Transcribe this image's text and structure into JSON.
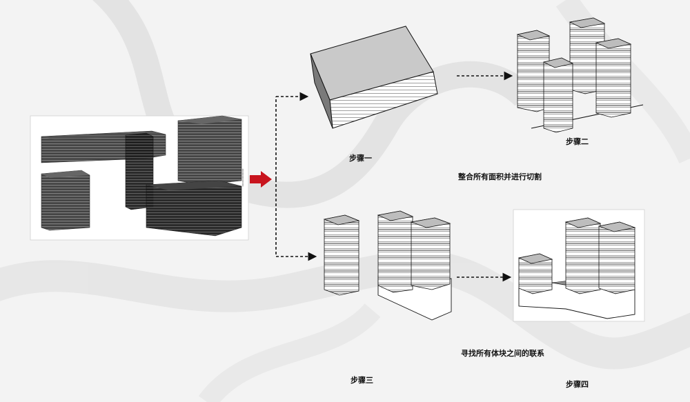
{
  "steps": [
    {
      "label": "步骤一"
    },
    {
      "label": "步骤二"
    },
    {
      "label": "步骤三"
    },
    {
      "label": "步骤四"
    }
  ],
  "notes": {
    "integrate": "整合所有面积并进行切割",
    "connect": "寻找所有体块之间的联系"
  },
  "colors": {
    "arrow_red": "#c8141e",
    "mass_dark": "#2a2a2a",
    "mass_gray": "#bdbdbd",
    "line": "#111111"
  }
}
